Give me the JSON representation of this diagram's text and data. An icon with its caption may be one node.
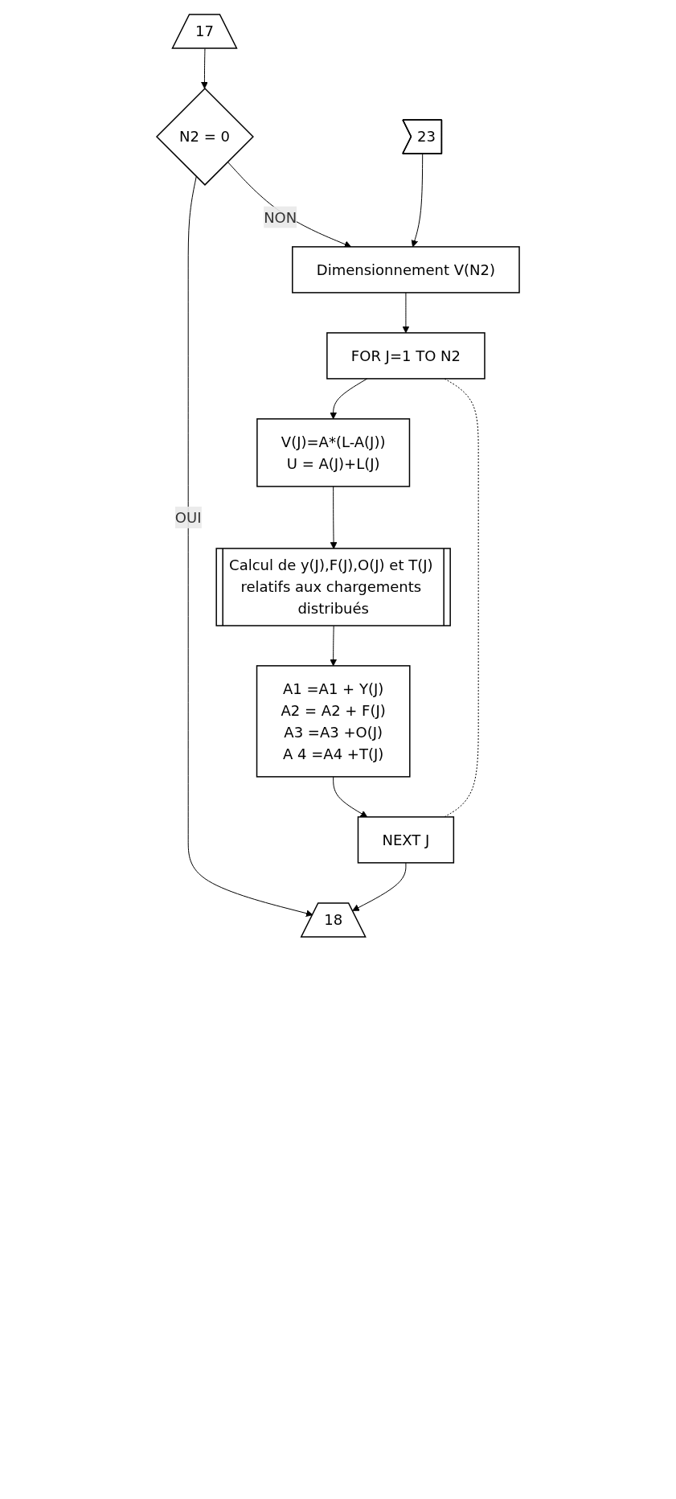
{
  "diagram": {
    "nodes": [
      {
        "text": [
          "17"
        ]
      },
      {
        "text": [
          "N2 = 0"
        ]
      },
      {
        "text": [
          "23"
        ]
      },
      {
        "text": [
          "Dimensionnement V(N2)"
        ]
      },
      {
        "text": [
          "FOR J=1 TO N2"
        ]
      },
      {
        "text": [
          "V(J)=A*(L-A(J))",
          "U = A(J)+L(J)"
        ]
      },
      {
        "text": [
          "Calcul de y(J),F(J),O(J) et T(J) relatifs aux chargements distribués"
        ]
      },
      {
        "text": [
          "A1 =A1 + Y(J)",
          "A2 = A2 + F(J)",
          "A3 =A3 +O(J)",
          "A 4 =A4 +T(J)"
        ]
      },
      {
        "text": [
          "NEXT J"
        ]
      },
      {
        "text": [
          "18"
        ]
      }
    ],
    "edges": [
      {
        "from": 0,
        "to": 1,
        "arrow": "to"
      },
      {
        "from": 1,
        "to": 9,
        "label": "OUI",
        "arrow": "to"
      },
      {
        "from": 1,
        "to": 3,
        "label": "NON",
        "arrow": "to"
      },
      {
        "from": 2,
        "to": 3,
        "arrow": "to"
      },
      {
        "from": 3,
        "to": 4,
        "arrow": "to"
      },
      {
        "from": 4,
        "to": 5,
        "arrow": "to"
      },
      {
        "from": 5,
        "to": 6,
        "arrow": "to"
      },
      {
        "from": 6,
        "to": 7,
        "arrow": "to"
      },
      {
        "from": 7,
        "to": 8,
        "arrow": "to"
      },
      {
        "from": 8,
        "to": 4,
        "arrow": "none",
        "style": "dashed"
      },
      {
        "from": 8,
        "to": 9,
        "arrow": "to"
      }
    ]
  }
}
